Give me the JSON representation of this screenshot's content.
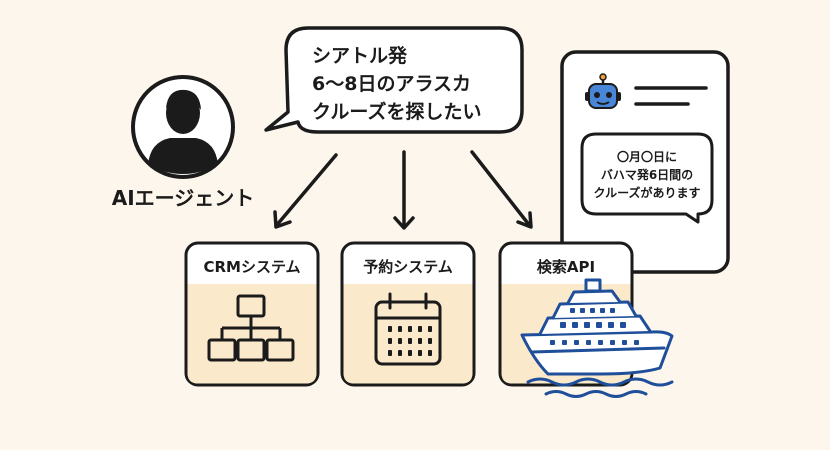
{
  "agent": {
    "label": "AIエージェント"
  },
  "speech": {
    "lines": [
      "シアトル発",
      "6〜8日のアラスカ",
      "クルーズを探したい"
    ]
  },
  "systems": [
    {
      "label": "CRMシステム",
      "icon": "org-chart-icon"
    },
    {
      "label": "予約システム",
      "icon": "calendar-icon"
    },
    {
      "label": "検索API",
      "icon": "cruise-ship-icon"
    }
  ],
  "reply": {
    "icon": "robot-icon",
    "lines": [
      "〇月〇日に",
      "バハマ発6日間の",
      "クルーズがあります"
    ]
  },
  "colors": {
    "background": "#fdf6ec",
    "box_fill": "#fbe9cc",
    "stroke": "#1b1b1b",
    "ship_blue": "#1f4f9a"
  }
}
